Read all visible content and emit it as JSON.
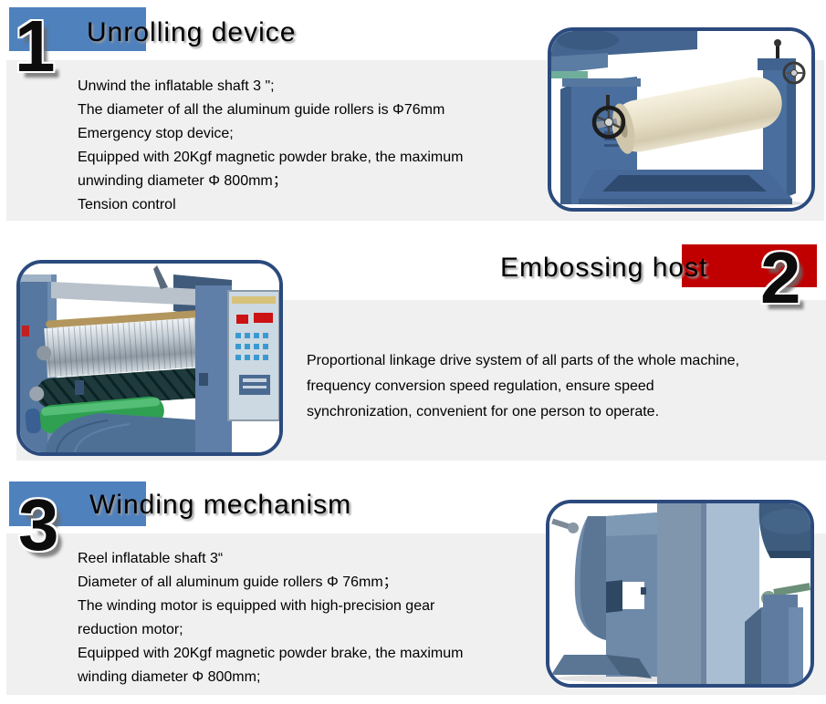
{
  "colors": {
    "accent_blue": "#4f81bd",
    "accent_red": "#c00000",
    "panel_gray": "#f0f0f0",
    "photo_border_navy": "#2b4a7d"
  },
  "sections": [
    {
      "number": "1",
      "title": "Unrolling device",
      "lines": [
        "Unwind the inflatable shaft 3 \";",
        "The diameter of all the aluminum guide rollers is Φ76mm",
        "Emergency stop device;",
        "Equipped with 20Kgf magnetic powder brake, the maximum",
        "unwinding diameter Φ 800mm；",
        "Tension control"
      ],
      "photo": "unrolling-device-photo"
    },
    {
      "number": "2",
      "title": "Embossing host",
      "lines": [
        "Proportional linkage drive system of all parts of the whole machine,",
        "frequency conversion speed regulation, ensure speed",
        "synchronization, convenient for one person to operate."
      ],
      "photo": "embossing-host-photo"
    },
    {
      "number": "3",
      "title": "Winding mechanism",
      "lines": [
        "Reel inflatable shaft 3“",
        "Diameter of all aluminum guide rollers Φ 76mm；",
        "The winding motor is equipped with high-precision gear",
        "reduction motor;",
        "Equipped with 20Kgf magnetic powder brake, the maximum",
        "winding diameter Φ 800mm;"
      ],
      "photo": "winding-mechanism-photo"
    }
  ]
}
